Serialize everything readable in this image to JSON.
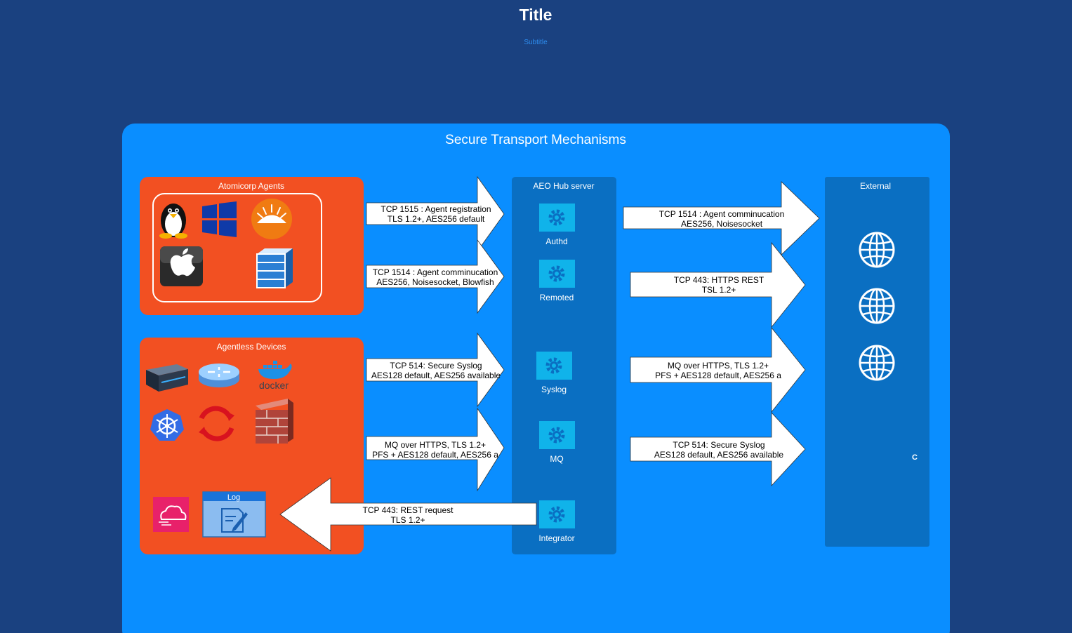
{
  "page": {
    "title": "Title",
    "subtitle": "Subtitle"
  },
  "diagram": {
    "title": "Secure Transport Mechanisms",
    "groups": {
      "agents": {
        "label": "Atomicorp Agents"
      },
      "agentless": {
        "label": "Agentless Devices",
        "log_label": "Log"
      },
      "hub": {
        "label": "AEO Hub server"
      },
      "external": {
        "label": "External",
        "marker": "C"
      }
    },
    "services": {
      "authd": "Authd",
      "remoted": "Remoted",
      "syslog": "Syslog",
      "mq": "MQ",
      "integrator": "Integrator"
    },
    "arrows": {
      "a1": [
        "TCP 1515 : Agent registration",
        "TLS 1.2+, AES256 default"
      ],
      "a2": [
        "TCP 1514 : Agent comminucation",
        "AES256, Noisesocket, Blowfish"
      ],
      "a3": [
        "TCP 514: Secure Syslog",
        "AES128 default, AES256 available"
      ],
      "a4": [
        "MQ over HTTPS, TLS 1.2+",
        "PFS + AES128 default, AES256 a"
      ],
      "a5": [
        "TCP 443: REST request",
        "TLS 1.2+"
      ],
      "e1": [
        "TCP 1514 : Agent comminucation",
        "AES256, Noisesocket"
      ],
      "e2": [
        "TCP 443: HTTPS REST",
        "TSL 1.2+"
      ],
      "e3": [
        "MQ over HTTPS, TLS 1.2+",
        "PFS + AES128 default, AES256 a"
      ],
      "e4": [
        "TCP 514: Secure Syslog",
        "AES128 default, AES256 available"
      ]
    },
    "icons": {
      "agents": [
        "linux-tux-icon",
        "windows-icon",
        "solaris-icon",
        "apple-icon",
        "server-rack-icon"
      ],
      "agentless": [
        "network-appliance-icon",
        "router-icon",
        "docker-icon",
        "kubernetes-icon",
        "openshift-icon",
        "firewall-icon",
        "cloud-service-icon",
        "log-file-icon"
      ],
      "external": [
        "globe-icon",
        "globe-icon",
        "globe-icon"
      ]
    },
    "colors": {
      "background": "#1a4180",
      "main_panel": "#0a8eff",
      "orange_group": "#f25022",
      "hub_column": "#0a6fc2",
      "service_tile": "#10b3ea",
      "arrow_fill": "#ffffff"
    }
  }
}
